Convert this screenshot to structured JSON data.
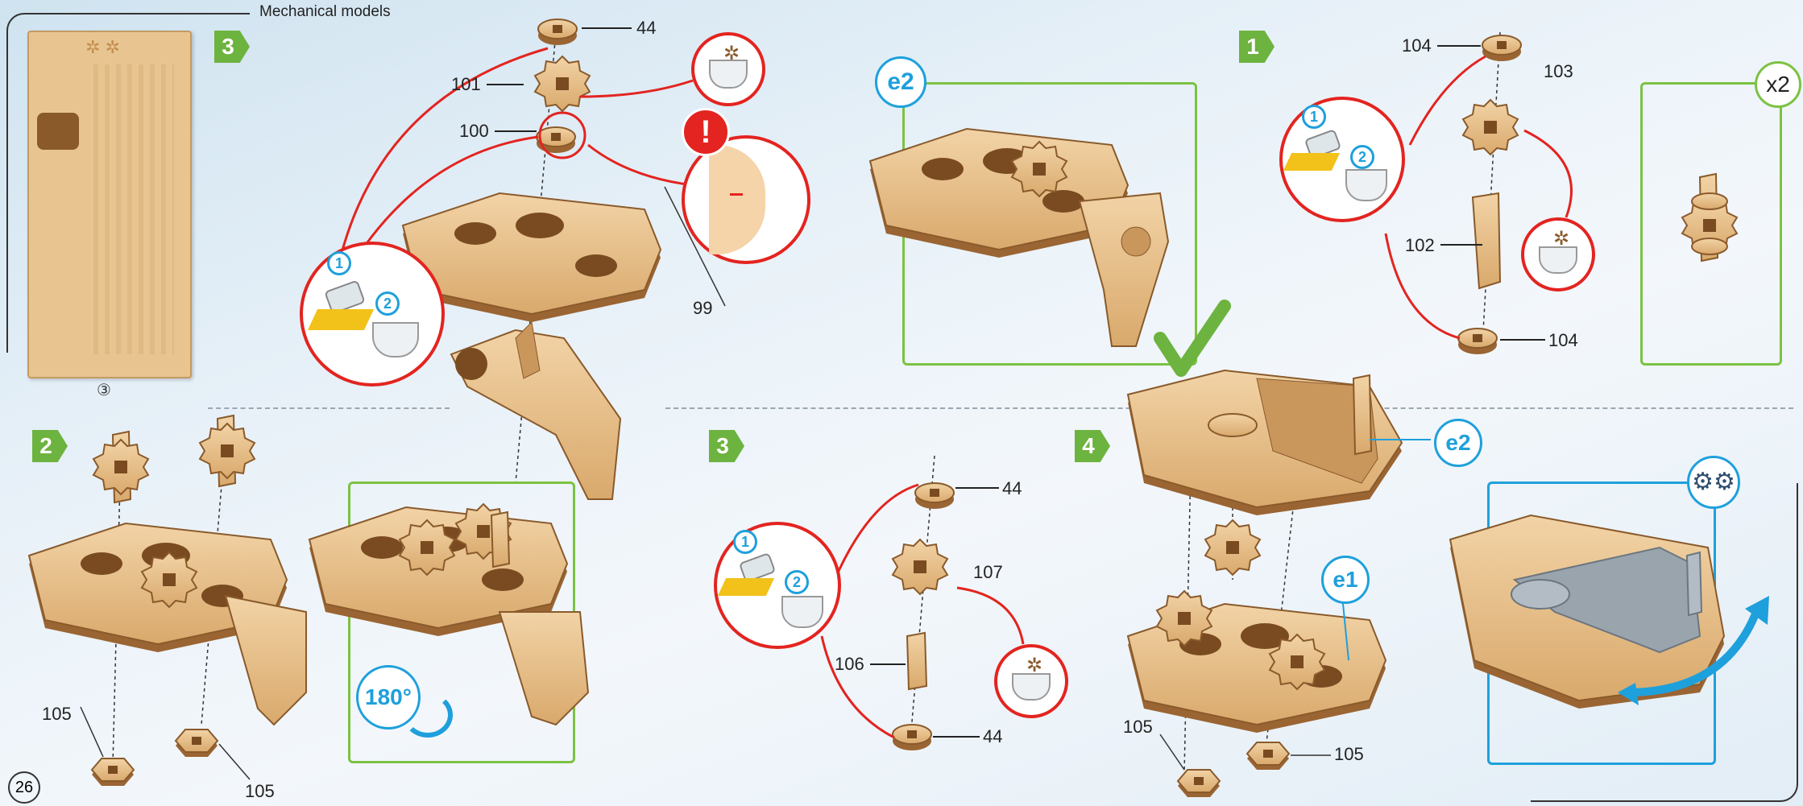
{
  "header": {
    "title": "Mechanical models"
  },
  "sheet": {
    "number": "③"
  },
  "page": {
    "number": "26"
  },
  "steps": {
    "top_left": "3",
    "top_right": "1",
    "bottom_left": "2",
    "bottom_middle": "3",
    "bottom_right": "4"
  },
  "callouts": {
    "e2_top": "e2",
    "x2": "x2",
    "e2_bottom": "e2",
    "e1": "e1",
    "rotate": "180°"
  },
  "part_labels": {
    "p44a": "44",
    "p101": "101",
    "p100": "100",
    "p99": "99",
    "p104a": "104",
    "p103": "103",
    "p102": "102",
    "p104b": "104",
    "p105a": "105",
    "p105b": "105",
    "p44b": "44",
    "p107": "107",
    "p106": "106",
    "p44c": "44",
    "p105c": "105",
    "p105d": "105"
  },
  "markers": {
    "one": "1",
    "two": "2",
    "warn": "!"
  },
  "colors": {
    "green": "#6db33f",
    "blue": "#1ea0dc",
    "red": "#e32420",
    "wood": "#e8c08e"
  }
}
